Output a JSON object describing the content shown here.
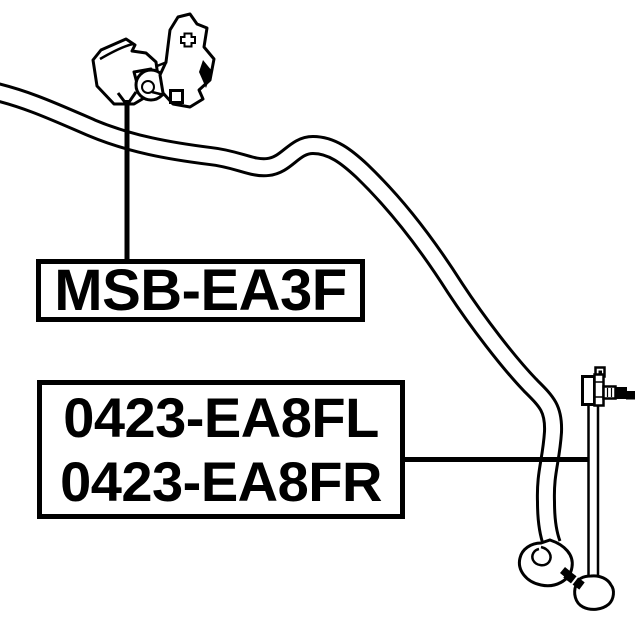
{
  "colors": {
    "background": "#ffffff",
    "line": "#000000"
  },
  "part_labels": {
    "bushing_code": "MSB-EA3F",
    "link_code_line1": "0423-EA8FL",
    "link_code_line2": "0423-EA8FR"
  },
  "art": {
    "sway_bar": "sway-bar-tube-drawing",
    "bushing_bracket": "bushing-bracket-drawing",
    "stabilizer_link": "stabilizer-link-drawing"
  }
}
